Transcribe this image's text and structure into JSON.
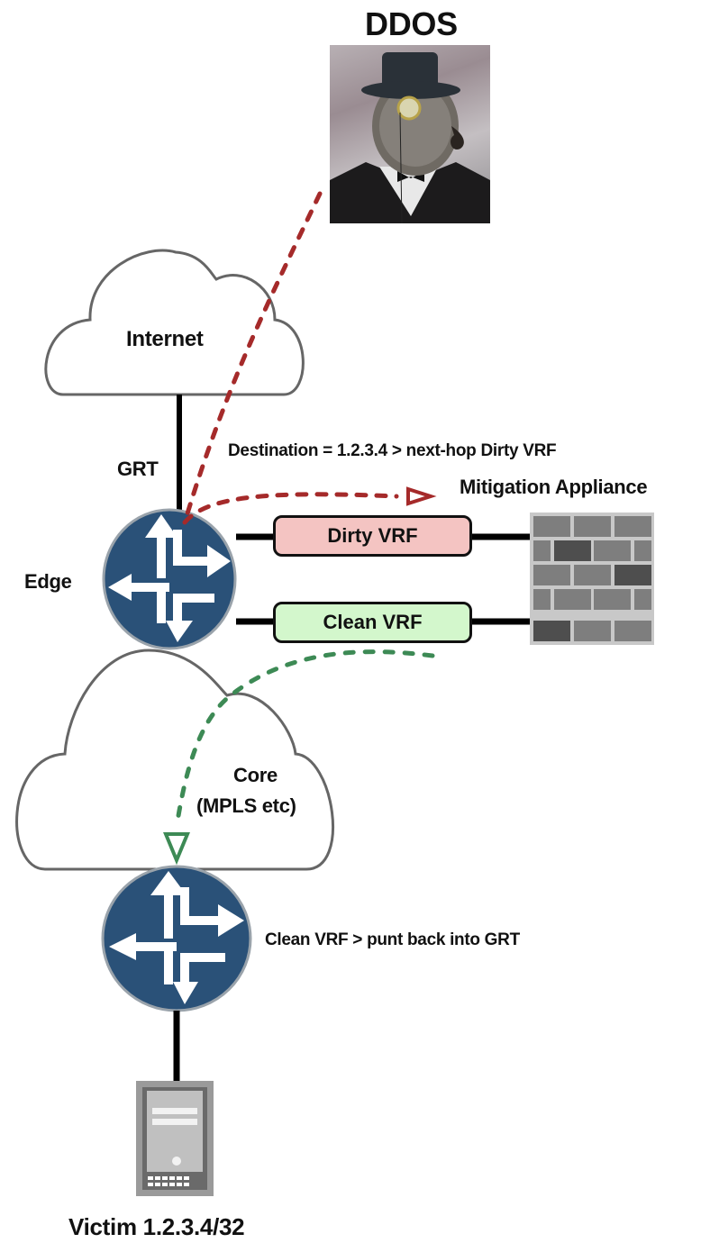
{
  "title": "DDOS",
  "image": {
    "description": "Lizard in top hat with monocle and pipe (DDoS attacker meme)"
  },
  "nodes": {
    "internet": {
      "label": "Internet",
      "icon": "cloud-icon"
    },
    "edge_router": {
      "label": "Edge",
      "icon": "router-icon",
      "color": "#2a5178"
    },
    "mitigation": {
      "label": "Mitigation Appliance",
      "icon": "firewall-icon"
    },
    "core": {
      "label_line1": "Core",
      "label_line2": "(MPLS etc)",
      "icon": "cloud-icon"
    },
    "core_router": {
      "icon": "router-icon",
      "color": "#2a5178"
    },
    "victim": {
      "label": "Victim 1.2.3.4/32",
      "icon": "server-icon"
    }
  },
  "links": {
    "grt": "GRT",
    "dirty_vrf": {
      "label": "Dirty VRF",
      "color": "#f4c4c2"
    },
    "clean_vrf": {
      "label": "Clean VRF",
      "color": "#d3f7cc"
    }
  },
  "annotations": {
    "destination": "Destination = 1.2.3.4 > next-hop Dirty VRF",
    "punt": "Clean VRF > punt back into GRT"
  },
  "flows": {
    "attack_color": "#a52a2a",
    "clean_color": "#3d8a55"
  }
}
